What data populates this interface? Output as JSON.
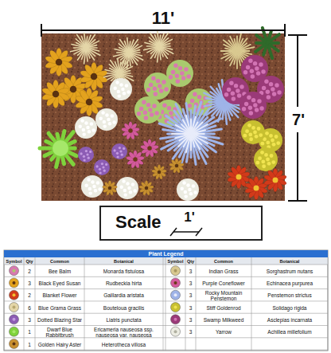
{
  "diagram": {
    "nodes": [
      {
        "text": [
          "Scale"
        ]
      }
    ],
    "labels": [
      "11'",
      "7'",
      "1'",
      "Plant Legend",
      "Symbol",
      "Qty",
      "Common",
      "Botanical",
      "Symbol",
      "Qty",
      "Common",
      "Botanical",
      "2",
      "Bee Balm",
      "Monarda fistulosa",
      "3",
      "Black Eyed Susan",
      "Rudbeckia hirta",
      "2",
      "Blanket Flower",
      "Gaillardia aristata",
      "6",
      "Blue Grama Grass",
      "Bouteloua gracilis",
      "3",
      "Dotted Blazing Star",
      "Liatris punctata",
      "1",
      "Dwarf Blue Rabbitbrush",
      "Ericameria nauseosa ssp. nauseosa var. nauseosa",
      "1",
      "Golden Hairy Aster",
      "Heterotheca villosa",
      "3",
      "Indian Grass",
      "Sorghastrum nutans",
      "3",
      "Purple Coneflower",
      "Echinacea purpurea",
      "3",
      "Rocky Mountain Penstemon",
      "Penstemon strictus",
      "3",
      "Stiff Goldenrod",
      "Solidago rigida",
      "3",
      "Swamp Milkweed",
      "Asclepias incarnata",
      "3",
      "Yarrow",
      "Achillea millefolium"
    ]
  }
}
